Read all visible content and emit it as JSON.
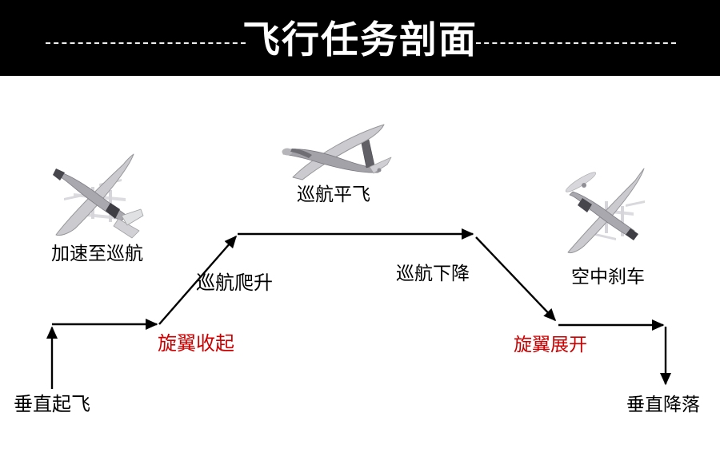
{
  "header": {
    "title": "飞行任务剖面"
  },
  "diagram": {
    "phase_labels": {
      "vertical_takeoff": "垂直起飞",
      "accelerate_to_cruise": "加速至巡航",
      "rotor_retract": "旋翼收起",
      "cruise_climb": "巡航爬升",
      "cruise_level_flight": "巡航平飞",
      "cruise_descent": "巡航下降",
      "rotor_deploy": "旋翼展开",
      "air_brake": "空中刹车",
      "vertical_landing": "垂直降落"
    },
    "aircraft_images": {
      "left": "uav-x-rotors-accelerating",
      "middle": "uav-cruise-configuration",
      "right": "uav-x-rotors-braking"
    },
    "colors": {
      "header_background": "#000000",
      "header_text": "#ffffff",
      "label_text": "#000000",
      "transition_label_red": "#cc0000",
      "flight_path": "#000000",
      "background": "#ffffff"
    }
  }
}
